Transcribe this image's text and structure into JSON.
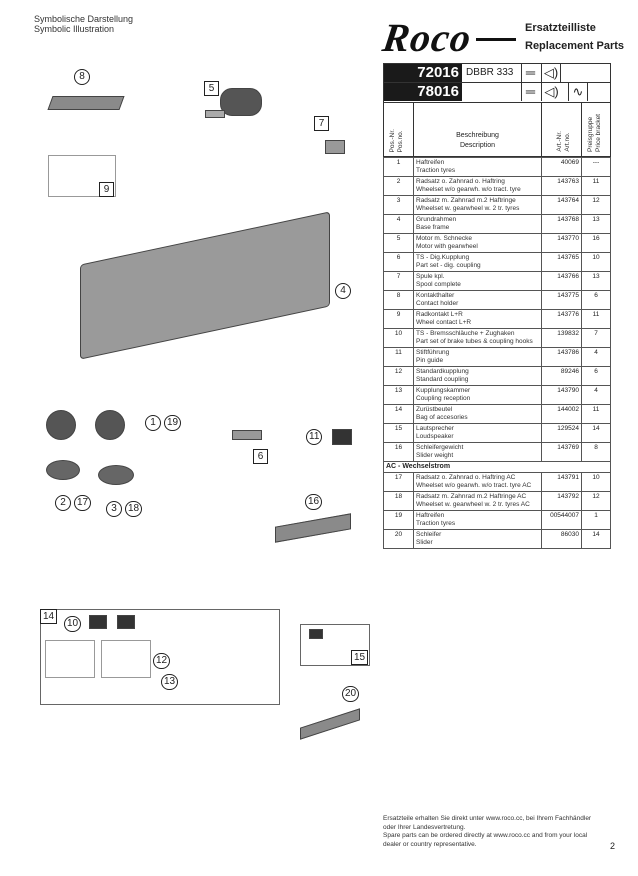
{
  "header": {
    "left_de": "Symbolische Darstellung",
    "left_en": "Symbolic Illustration",
    "logo": "Roco",
    "title_de": "Ersatzteilliste",
    "title_en": "Replacement Parts"
  },
  "models": [
    {
      "number": "72016",
      "railway": "DB",
      "class": "BR 333",
      "icons": [
        "dc-icon",
        "sound-icon"
      ]
    },
    {
      "number": "78016",
      "icons": [
        "dc-icon",
        "sound-icon",
        "ac-icon"
      ]
    }
  ],
  "columns": {
    "pos": "Pos.-Nr.",
    "pos2": "Pos.no.",
    "desc": "Beschreibung",
    "desc2": "Description",
    "art": "Art.-Nr.",
    "art2": "Art.no.",
    "price": "Preisgruppe",
    "price2": "Price bracket"
  },
  "rows": [
    {
      "pos": "1",
      "de": "Haftreifen",
      "en": "Traction tyres",
      "art": "40069",
      "price": "---"
    },
    {
      "pos": "2",
      "de": "Radsatz o. Zahnrad o. Haftring",
      "en": "Wheelset w/o gearwh. w/o tract. tyre",
      "art": "143763",
      "price": "11"
    },
    {
      "pos": "3",
      "de": "Radsatz m. Zahnrad m.2 Haftringe",
      "en": "Wheelset w. gearwheel w. 2 tr. tyres",
      "art": "143764",
      "price": "12"
    },
    {
      "pos": "4",
      "de": "Grundrahmen",
      "en": "Base frame",
      "art": "143768",
      "price": "13"
    },
    {
      "pos": "5",
      "de": "Motor m. Schnecke",
      "en": "Motor with gearwheel",
      "art": "143770",
      "price": "16"
    },
    {
      "pos": "6",
      "de": "TS - Dig.Kupplung",
      "en": "Part set - dig. coupling",
      "art": "143765",
      "price": "10"
    },
    {
      "pos": "7",
      "de": "Spule kpl.",
      "en": "Spool complete",
      "art": "143766",
      "price": "13"
    },
    {
      "pos": "8",
      "de": "Kontakthalter",
      "en": "Contact holder",
      "art": "143775",
      "price": "6"
    },
    {
      "pos": "9",
      "de": "Radkontakt L+R",
      "en": "Wheel contact L+R",
      "art": "143776",
      "price": "11"
    },
    {
      "pos": "10",
      "de": "TS - Bremsschläuche + Zughaken",
      "en": "Part set of brake tubes & coupling hooks",
      "art": "139832",
      "price": "7"
    },
    {
      "pos": "11",
      "de": "Stiftführung",
      "en": "Pin guide",
      "art": "143786",
      "price": "4"
    },
    {
      "pos": "12",
      "de": "Standardkupplung",
      "en": "Standard coupling",
      "art": "89246",
      "price": "6"
    },
    {
      "pos": "13",
      "de": "Kupplungskammer",
      "en": "Coupling reception",
      "art": "143790",
      "price": "4"
    },
    {
      "pos": "14",
      "de": "Zurüstbeutel",
      "en": "Bag of accesories",
      "art": "144002",
      "price": "11"
    },
    {
      "pos": "15",
      "de": "Lautsprecher",
      "en": "Loudspeaker",
      "art": "129524",
      "price": "14"
    },
    {
      "pos": "16",
      "de": "Schleifergewicht",
      "en": "Slider weight",
      "art": "143769",
      "price": "8"
    }
  ],
  "section_ac": "AC - Wechselstrom",
  "rows_ac": [
    {
      "pos": "17",
      "de": "Radsatz o. Zahnrad o. Haftring  AC",
      "en": "Wheelset w/o gearwh. w/o tract. tyre  AC",
      "art": "143791",
      "price": "10"
    },
    {
      "pos": "18",
      "de": "Radsatz m. Zahnrad m.2 Haftringe  AC",
      "en": "Wheelset w. gearwheel w. 2 tr. tyres  AC",
      "art": "143792",
      "price": "12"
    },
    {
      "pos": "19",
      "de": "Haftreifen",
      "en": "Traction tyres",
      "art": "00544007",
      "price": "1"
    },
    {
      "pos": "20",
      "de": "Schleifer",
      "en": "Slider",
      "art": "86030",
      "price": "14"
    }
  ],
  "callouts": {
    "c8": "8",
    "c5": "5",
    "c7": "7",
    "c9": "9",
    "c4": "4",
    "c1": "1",
    "c19": "19",
    "c11": "11",
    "c6": "6",
    "c2": "2",
    "c17": "17",
    "c3": "3",
    "c18": "18",
    "c16": "16",
    "c14": "14",
    "c10": "10",
    "c12": "12",
    "c13": "13",
    "c15": "15",
    "c20": "20"
  },
  "footer": {
    "de1": "Ersatzteile erhalten Sie direkt unter www.roco.cc, bei Ihrem Fachhändler",
    "de2": "oder Ihrer Landesvertretung.",
    "en1": "Spare parts can be ordered directly at www.roco.cc and from your local",
    "en2": "dealer or country representative.",
    "page": "2"
  }
}
